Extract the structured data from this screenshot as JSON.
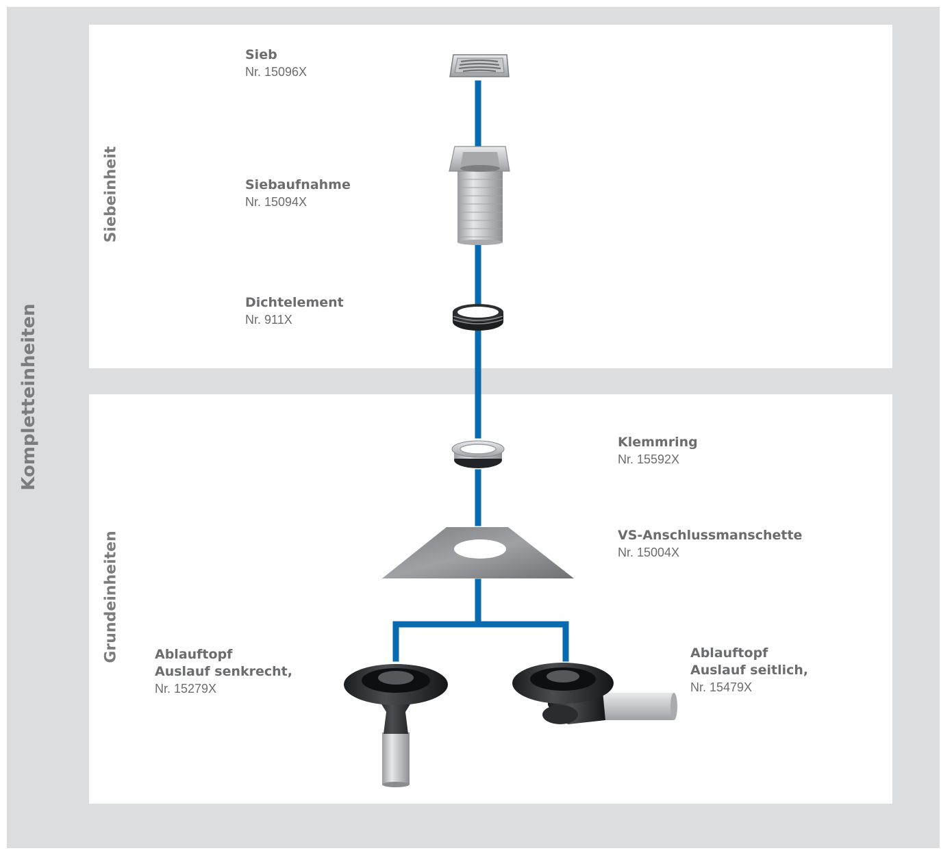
{
  "diagram": {
    "outer_label": "Kompletteinheiten",
    "groups": [
      {
        "label": "Siebeinheit"
      },
      {
        "label": "Grundeinheiten"
      }
    ],
    "parts": [
      {
        "name": "Sieb",
        "number": "Nr. 15096X"
      },
      {
        "name": "Siebaufnahme",
        "number": "Nr. 15094X"
      },
      {
        "name": "Dichtelement",
        "number": "Nr. 911X"
      },
      {
        "name": "Klemmring",
        "number": "Nr. 15592X"
      },
      {
        "name": "VS-Anschlussmanschette",
        "number": "Nr. 15004X"
      },
      {
        "name": "Ablauftopf",
        "name2": "Auslauf senkrecht,",
        "number": "Nr. 15279X"
      },
      {
        "name": "Ablauftopf",
        "name2": "Auslauf seitlich,",
        "number": "Nr. 15479X"
      }
    ],
    "colors": {
      "connector": "#0a6aaf",
      "frame_bg": "#dcdddf",
      "panel_bg": "#ffffff",
      "label_text": "#6b6c6e"
    }
  }
}
